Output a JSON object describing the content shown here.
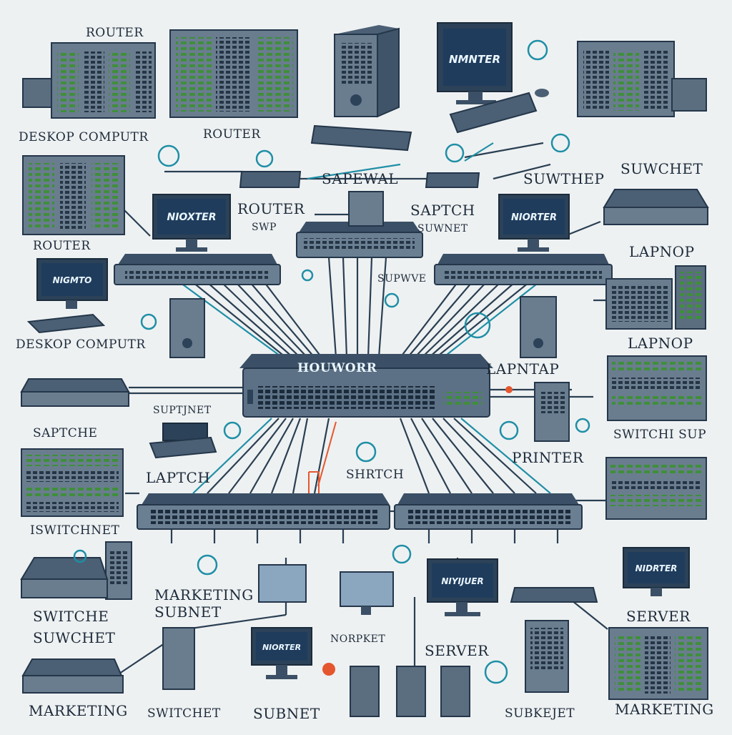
{
  "labels": {
    "router_top": "ROUTER",
    "router_mid": "ROUTER",
    "router_center": "ROUTER",
    "router_left": "ROUTER",
    "desktop_computer_1": "DESKOP COMPUTR",
    "desktop_computer_2": "DESKOP COMPUTR",
    "sapewal": "SAPEWAL",
    "suwtchep": "SUWTHEP",
    "suwchet_top": "SUWCHET",
    "swp": "SWP",
    "saptch_center": "SAPTCH",
    "suwnet": "SUWNET",
    "supwve": "SUPWVE",
    "lapnop_1": "LAPNOP",
    "lapnop_2": "LAPNOP",
    "lapntap": "LAPNTAP",
    "suptjnet": "SUPTJNET",
    "saptche": "SAPTCHE",
    "laptch": "LAPTCH",
    "switch_center": "SHRTCH",
    "printer": "PRINTER",
    "switchi_sup": "SWITCHI SUP",
    "iswitchnet": "ISWITCHNET",
    "marketing_subnet": "MARKETING SUBNET",
    "switche": "SWITCHE",
    "suwchet_left": "SUWCHET",
    "norpket": "NORPKET",
    "server_center": "SERVER",
    "server_right": "SERVER",
    "marketing_bottom_left": "MARKETING",
    "switchet_bottom": "SWITCHET",
    "subnet_bottom": "SUBNET",
    "subkejet": "SUBKEJET",
    "marketing_bottom_right": "MARKETING"
  },
  "screens": {
    "top_monitor": "NMNTER",
    "left_monitor": "NIOXTER",
    "right_monitor": "NIORTER",
    "far_left_monitor": "NIGMTO",
    "center_bottom_monitor": "NIYIJUER",
    "right_bottom_monitor": "NIDRTER",
    "bottom_monitor": "NIORTER"
  },
  "core_switch": {
    "title": "HOUWORR"
  },
  "colors": {
    "navy": "#2c4258",
    "teal": "#1f8fa6",
    "orange": "#e4572e",
    "rack": "#5b6e7f",
    "screen": "#1f3c5c"
  }
}
